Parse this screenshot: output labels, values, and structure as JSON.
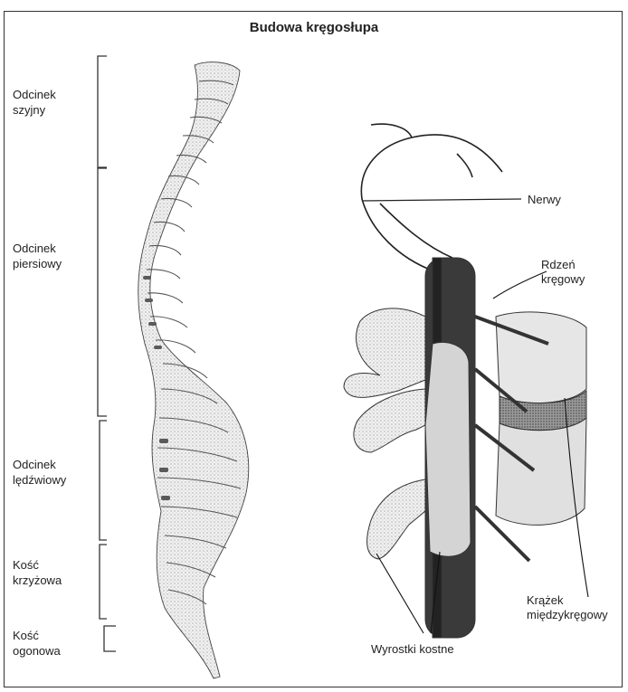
{
  "title": "Budowa kręgosłupa",
  "segments": [
    {
      "line1": "Odcinek",
      "line2": "szyjny"
    },
    {
      "line1": "Odcinek",
      "line2": "piersiowy"
    },
    {
      "line1": "Odcinek",
      "line2": "lędźwiowy"
    },
    {
      "line1": "Kość",
      "line2": "krzyżowa"
    },
    {
      "line1": "Kość",
      "line2": "ogonowa"
    }
  ],
  "callouts": {
    "nerves": "Nerwy",
    "spinal_cord_1": "Rdzeń",
    "spinal_cord_2": "kręgowy",
    "disc_1": "Krążek",
    "disc_2": "międzykręgowy",
    "processes": "Wyrostki kostne"
  }
}
